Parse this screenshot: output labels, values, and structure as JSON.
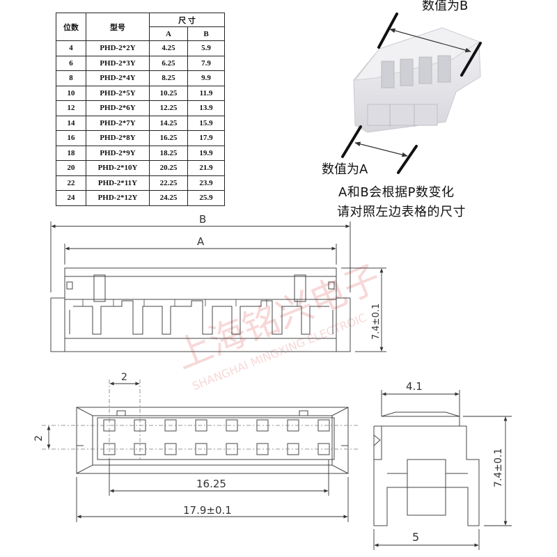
{
  "table": {
    "header": {
      "positions": "位数",
      "model": "型号",
      "dimensions": "尺  寸",
      "col_a": "A",
      "col_b": "B"
    },
    "rows": [
      {
        "positions": "4",
        "model": "PHD-2*2Y",
        "a": "4.25",
        "b": "5.9"
      },
      {
        "positions": "6",
        "model": "PHD-2*3Y",
        "a": "6.25",
        "b": "7.9"
      },
      {
        "positions": "8",
        "model": "PHD-2*4Y",
        "a": "8.25",
        "b": "9.9"
      },
      {
        "positions": "10",
        "model": "PHD-2*5Y",
        "a": "10.25",
        "b": "11.9"
      },
      {
        "positions": "12",
        "model": "PHD-2*6Y",
        "a": "12.25",
        "b": "13.9"
      },
      {
        "positions": "14",
        "model": "PHD-2*7Y",
        "a": "14.25",
        "b": "15.9"
      },
      {
        "positions": "16",
        "model": "PHD-2*8Y",
        "a": "16.25",
        "b": "17.9"
      },
      {
        "positions": "18",
        "model": "PHD-2*9Y",
        "a": "18.25",
        "b": "19.9"
      },
      {
        "positions": "20",
        "model": "PHD-2*10Y",
        "a": "20.25",
        "b": "21.9"
      },
      {
        "positions": "22",
        "model": "PHD-2*11Y",
        "a": "22.25",
        "b": "23.9"
      },
      {
        "positions": "24",
        "model": "PHD-2*12Y",
        "a": "24.25",
        "b": "25.9"
      }
    ]
  },
  "photo_labels": {
    "value_b": "数值为B",
    "value_a": "数值为A",
    "note_line1": "A和B会根据P数变化",
    "note_line2": "请对照左边表格的尺寸"
  },
  "front_view": {
    "dim_b": "B",
    "dim_a": "A",
    "dim_height": "7.4±0.1"
  },
  "top_view": {
    "dim_pitch": "2",
    "dim_row_pitch": "2",
    "dim_inner": "16.25",
    "dim_outer": "17.9±0.1"
  },
  "side_view": {
    "dim_top": "4.1",
    "dim_height": "7.4±0.1",
    "dim_bottom": "5"
  },
  "watermark": {
    "cn": "上海铭兴电子",
    "en": "SHANGHAI MINGXING ELECTROIC"
  },
  "colors": {
    "line": "#333333",
    "housing": "#e9e9ec",
    "watermark": "#f2b9b9"
  }
}
